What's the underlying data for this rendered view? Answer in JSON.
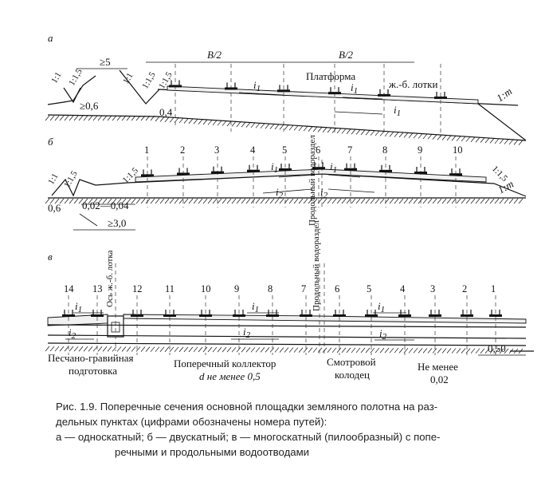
{
  "section_a": {
    "letter": "а",
    "slope_ditch_left": "1:1",
    "slope_ditch_right": "1:1,5",
    "slope_left2": "1:1",
    "slope_right2": "1:1,5",
    "min_berm": "≥5",
    "half_width_left": "B/2",
    "half_width_right": "B/2",
    "platform": "Платформа",
    "trays": "ж.-б. лотки",
    "slope_i1_top": "i",
    "slope_i1_bottom": "i",
    "depth_min": "≥0,6",
    "depth_04": "0,4",
    "embankment_slope": "1:m",
    "sub1": "1"
  },
  "section_b": {
    "letter": "б",
    "slope_ditch_left": "1:1",
    "slope_ditch_right": "1:1,5",
    "slope_bank_left": "1:1,5",
    "slope_bank_right": "1:1,5",
    "embankment_slope": "1:m",
    "track_numbers": [
      "1",
      "2",
      "3",
      "4",
      "5",
      "6",
      "7",
      "8",
      "9",
      "10"
    ],
    "ridge_label": "Продольный водораздел",
    "i1": "i",
    "i2": "i",
    "sub1": "1",
    "sub2": "2",
    "dim_06": "0,6",
    "dim_range": "0,02—0,04",
    "dim_min3": "≥3,0"
  },
  "section_v": {
    "letter": "в",
    "track_numbers": [
      "14",
      "13",
      "12",
      "11",
      "10",
      "9",
      "8",
      "7",
      "6",
      "5",
      "4",
      "3",
      "2",
      "1"
    ],
    "tray_axis": "Ось ж.-б. лотка",
    "ridge_label": "Продольный водораздел",
    "sand_gravel": [
      "Песчано-гравийная",
      "подготовка"
    ],
    "collector": [
      "Поперечный коллектор",
      "d не менее 0,5"
    ],
    "manhole": [
      "Смотровой",
      "колодец"
    ],
    "min_slope": [
      "Не менее",
      "0,02"
    ],
    "dim_050": "0,50",
    "i": "i",
    "sub1": "1",
    "sub2": "2"
  },
  "caption": {
    "line1": "Рис. 1.9. Поперечные сечения основной площадки земляного полотна на раз-",
    "line2": "дельных пунктах (цифрами обозначены номера путей):",
    "line3": "а — односкатный; б — двускатный; в — многоскатный (пилообразный) с попе-",
    "line4": "речными и продольными водоотводами"
  }
}
